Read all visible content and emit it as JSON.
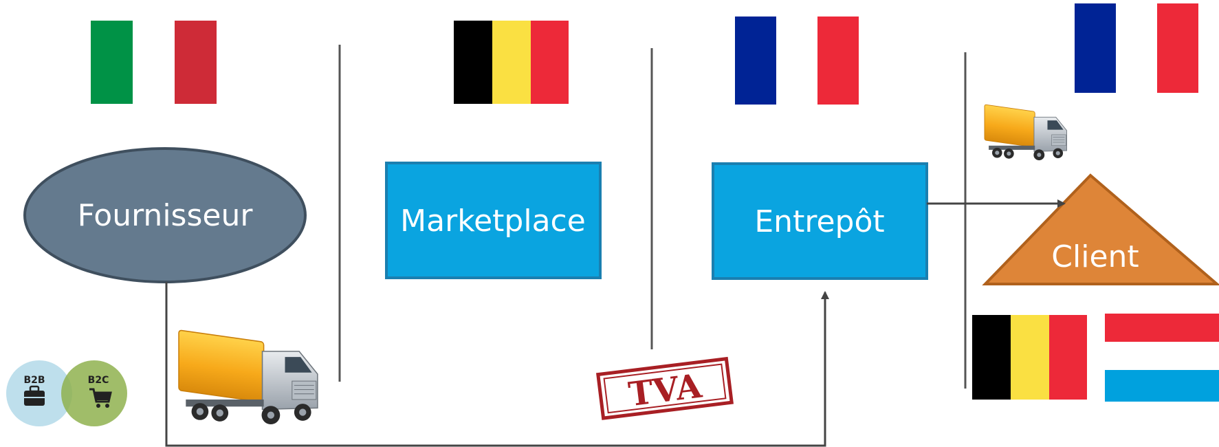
{
  "nodes": {
    "supplier": "Fournisseur",
    "marketplace": "Marketplace",
    "warehouse": "Entrepôt",
    "client": "Client"
  },
  "badges": {
    "b2b": "B2B",
    "b2c": "B2C"
  },
  "stamp": {
    "text": "TVA"
  },
  "countries": {
    "supplier": "Italy",
    "marketplace": "Belgium",
    "warehouse": "France",
    "client_home": "France",
    "client_other": [
      "Belgium",
      "Luxembourg"
    ]
  },
  "icons": [
    "delivery-truck-icon",
    "briefcase-icon",
    "shopping-cart-icon",
    "vat-stamp"
  ],
  "colors": {
    "supplier_ellipse": "#647a8e",
    "box_fill": "#0aa4e0",
    "box_border": "#1a7fb0",
    "client_triangle": "#de8538",
    "connector": "#444444",
    "stamp_red": "#a81f24",
    "b2b_circle": "#b7dbea",
    "b2c_circle": "#8fb24f"
  }
}
